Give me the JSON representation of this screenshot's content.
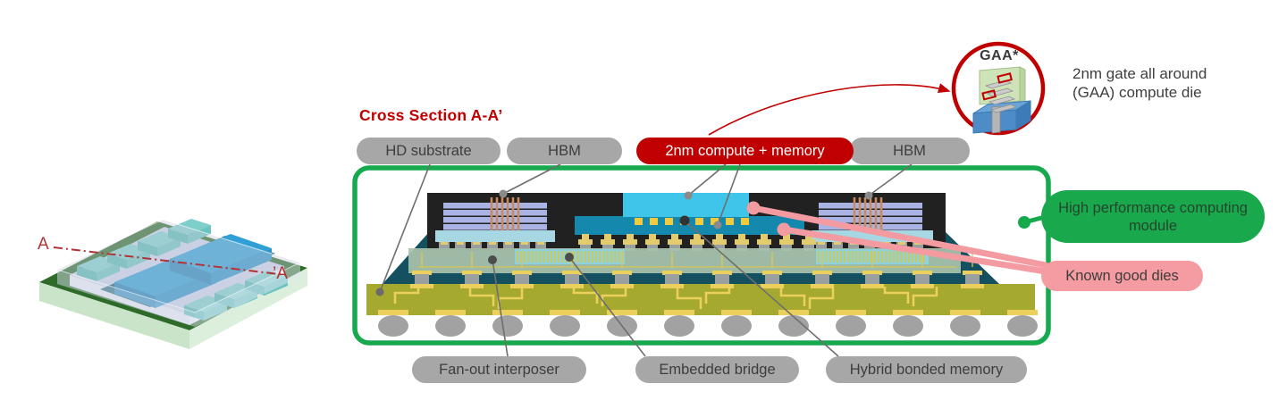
{
  "title": "Cross Section A-A’",
  "iso_view": {
    "marker_a": "A",
    "marker_a_prime": "’A"
  },
  "top_labels": {
    "hd_substrate": "HD substrate",
    "hbm_left": "HBM",
    "compute_memory": "2nm compute + memory",
    "hbm_right": "HBM"
  },
  "bottom_labels": {
    "fan_out": "Fan-out interposer",
    "embedded_bridge": "Embedded bridge",
    "hybrid_memory": "Hybrid bonded memory"
  },
  "right_callouts": {
    "hpc_module": "High performance computing module",
    "known_good_dies": "Known good dies"
  },
  "gaa": {
    "badge": "GAA*",
    "desc_line1": "2nm gate all around",
    "desc_line2": "(GAA) compute die"
  },
  "colors": {
    "accent_red": "#c00000",
    "accent_green": "#17a94d",
    "pill_gray": "#a7a7a7",
    "callout_pink": "#f59ca2",
    "compute_die_cyan": "#3fc5e9",
    "memory_die_teal": "#1588ae",
    "substrate_olive": "#a5a92f",
    "interposer_sage": "#a9c3ac",
    "carrier_teal": "#14505f",
    "hbm_slab_periwinkle": "#a9b3e4",
    "tsv_orange": "#cf8a5a",
    "trace_yellow": "#ecd05c"
  }
}
